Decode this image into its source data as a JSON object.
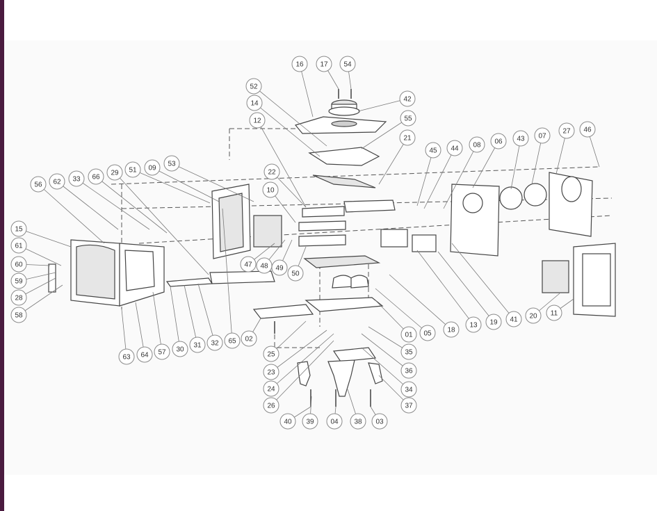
{
  "callouts": [
    "16",
    "17",
    "54",
    "52",
    "42",
    "14",
    "55",
    "12",
    "21",
    "45",
    "44",
    "08",
    "06",
    "43",
    "07",
    "27",
    "46",
    "22",
    "10",
    "29",
    "51",
    "09",
    "53",
    "56",
    "62",
    "33",
    "66",
    "15",
    "61",
    "60",
    "59",
    "28",
    "58",
    "47",
    "48",
    "49",
    "50",
    "01",
    "05",
    "18",
    "13",
    "19",
    "41",
    "20",
    "11",
    "25",
    "23",
    "24",
    "26",
    "35",
    "36",
    "34",
    "37",
    "40",
    "39",
    "04",
    "38",
    "03",
    "63",
    "64",
    "57",
    "30",
    "31",
    "32",
    "65",
    "02"
  ],
  "colors": {
    "sidebar": "#4a1b3f",
    "line": "#444444",
    "callout_border": "#8a8a8a"
  }
}
